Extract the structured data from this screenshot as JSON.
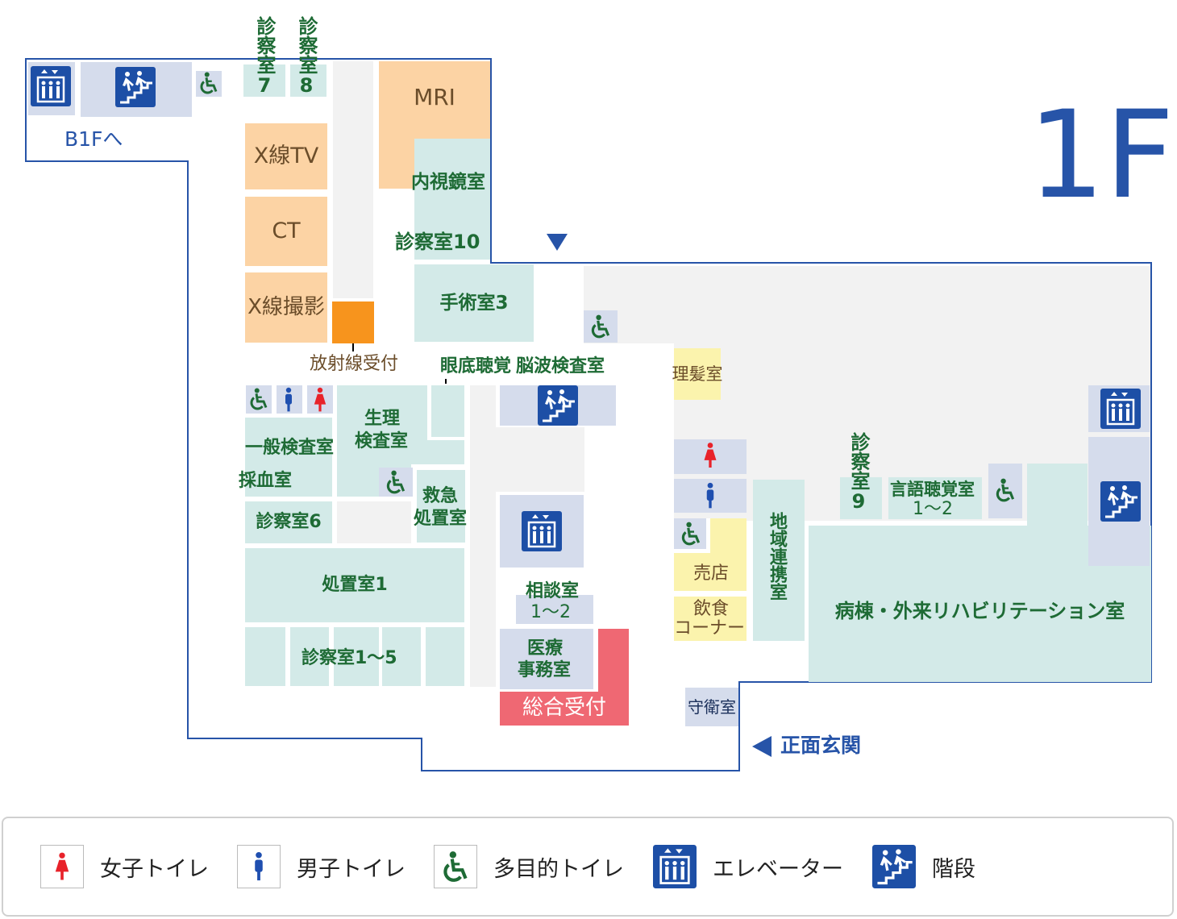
{
  "floor": "1F",
  "to_b1f": "B1Fへ",
  "entrance": "正面玄関",
  "rooms": {
    "shinsatsu7": "診察室7",
    "shinsatsu8": "診察室8",
    "mri": "MRI",
    "naishikyo": "内視鏡室",
    "xray_tv": "X線TV",
    "ct": "CT",
    "xray": "X線撮影",
    "radiology_reception": "放射線受付",
    "shinsatsu10": "診察室10",
    "surgery3": "手術室3",
    "fundus_hearing": "眼底聴覚",
    "eeg": "脳波検査室",
    "barber": "理髪室",
    "physio_line1": "生理",
    "physio_line2": "検査室",
    "general_lab": "一般検査室",
    "blood": "採血室",
    "emergency_line1": "救急",
    "emergency_line2": "処置室",
    "shinsatsu6": "診察室6",
    "treatment1": "処置室1",
    "shinsatsu1_5": "診察室1～5",
    "consult_line1": "相談室",
    "consult_line2": "1～2",
    "medical_office_line1": "医療",
    "medical_office_line2": "事務室",
    "reception": "総合受付",
    "guard": "守衛室",
    "shop": "売店",
    "food_line1": "飲食",
    "food_line2": "コーナー",
    "regional": "地域連携室",
    "shinsatsu9": "診察室9",
    "speech_line1": "言語聴覚室",
    "speech_line2": "1～2",
    "rehab": "病棟・外来リハビリテーション室"
  },
  "legend": [
    {
      "icon": "female-toilet",
      "label": "女子トイレ"
    },
    {
      "icon": "male-toilet",
      "label": "男子トイレ"
    },
    {
      "icon": "accessible-toilet",
      "label": "多目的トイレ"
    },
    {
      "icon": "elevator",
      "label": "エレベーター"
    },
    {
      "icon": "stairs",
      "label": "階段"
    }
  ],
  "colors": {
    "outline": "#2754a8",
    "room_text": "#1e6b35",
    "reception": "#ef6873",
    "female": "#e8222a",
    "male": "#1f4fb0"
  }
}
